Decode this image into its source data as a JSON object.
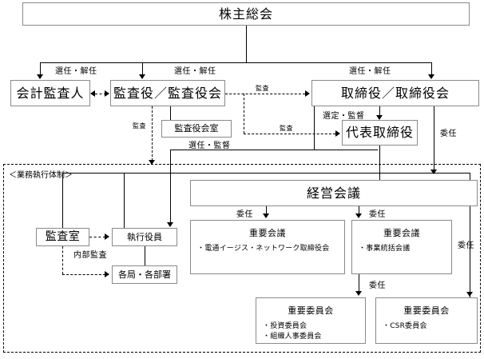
{
  "diagram": {
    "title_label": "業務執行体制",
    "exec_frame_label": "＜業務執行体制＞",
    "nodes": {
      "shareholders_meeting": "株主総会",
      "accounting_auditor": "会計監査人",
      "audit_board": "監査役／監査役会",
      "board_of_directors": "取締役／取締役会",
      "audit_board_office": "監査役会室",
      "representative_director": "代表取締役",
      "management_meeting": "経営会議",
      "audit_office": "監査室",
      "executive_officers": "執行役員",
      "divisions": "各局・各部署"
    },
    "important_meetings": [
      {
        "heading": "重要会議",
        "items": [
          "・電通イージス・ネットワーク取締役会"
        ]
      },
      {
        "heading": "重要会議",
        "items": [
          "・事業統括会議"
        ]
      }
    ],
    "important_committees": [
      {
        "heading": "重要委員会",
        "items": [
          "・投資委員会",
          "・組織人事委員会"
        ]
      },
      {
        "heading": "重要委員会",
        "items": [
          "・CSR委員会"
        ]
      }
    ],
    "edge_labels": {
      "appoint_dismiss_1": "選任・解任",
      "appoint_dismiss_2": "選任・解任",
      "appoint_dismiss_3": "選任・解任",
      "audit_top": "監査",
      "audit_mid": "監査",
      "audit_left": "監査",
      "select_supervise": "選定・監督",
      "appoint_supervise": "選任・監督",
      "delegate_right": "委任",
      "delegate_m1": "委任",
      "delegate_m2": "委任",
      "delegate_c1": "委任",
      "delegate_side": "委任",
      "internal_audit": "内部監査"
    }
  }
}
